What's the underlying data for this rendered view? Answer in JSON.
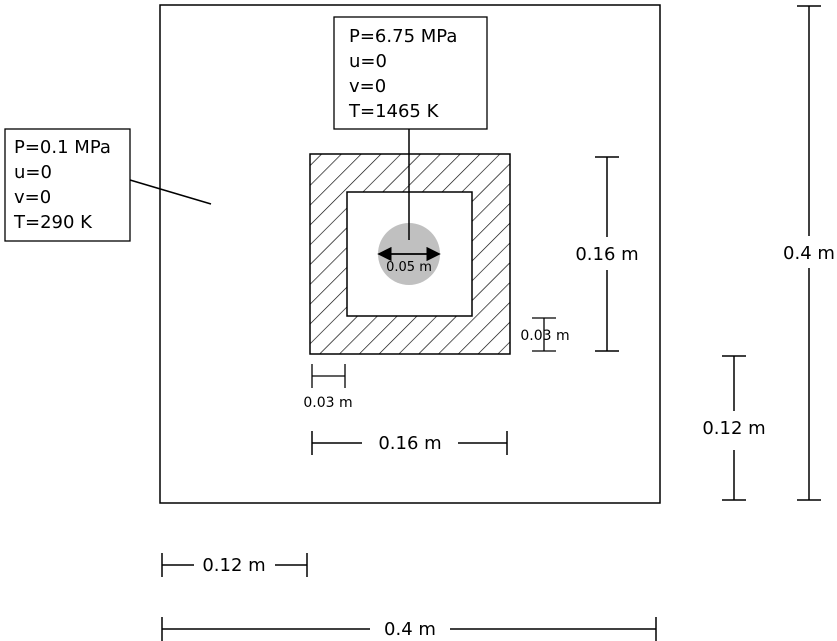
{
  "outer_box": {
    "lines": [
      "P=0.1 MPa",
      "u=0",
      "v=0",
      "T=290 K"
    ]
  },
  "inner_box": {
    "lines": [
      "P=6.75 MPa",
      "u=0",
      "v=0",
      "T=1465 K"
    ]
  },
  "dimensions": {
    "domain_width": "0.4 m",
    "domain_height": "0.4 m",
    "obstacle_offset_x": "0.12 m",
    "obstacle_offset_y": "0.12 m",
    "obstacle_width": "0.16 m",
    "obstacle_height": "0.16 m",
    "wall_thickness_x": "0.03 m",
    "wall_thickness_y": "0.03 m",
    "source_diameter": "0.05 m"
  },
  "colors": {
    "source_fill": "#c0c0c0",
    "line": "#000000"
  }
}
